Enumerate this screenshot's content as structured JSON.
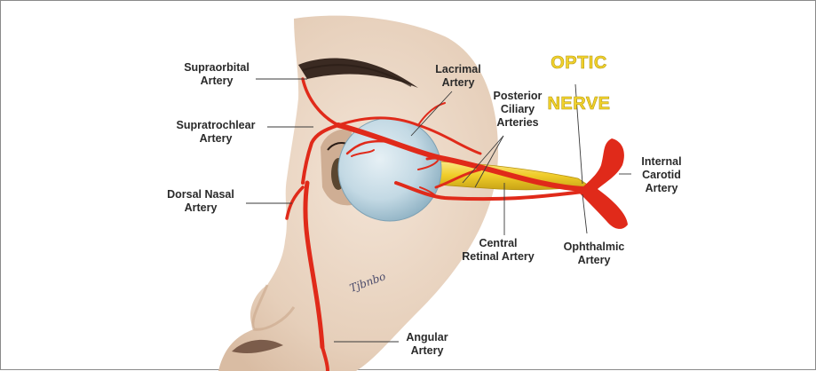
{
  "title": {
    "line1": "OPTIC",
    "line2": "NERVE"
  },
  "labels": {
    "supraorbital": "Supraorbital\nArtery",
    "supratrochlear": "Supratrochlear\nArtery",
    "dorsal_nasal": "Dorsal Nasal\nArtery",
    "lacrimal": "Lacrimal\nArtery",
    "posterior_ciliary": "Posterior\nCiliary\nArteries",
    "internal_carotid": "Internal\nCarotid\nArtery",
    "central_retinal": "Central\nRetinal Artery",
    "ophthalmic": "Ophthalmic\nArtery",
    "angular": "Angular\nArtery"
  },
  "signature": "Tjbnbo",
  "colors": {
    "artery": "#e02a1a",
    "skin": "#ead7c4",
    "skin_shadow": "#d4b59a",
    "eyeball": "#c4dbe6",
    "optic_nerve": "#f2d23a",
    "title": "#f2d22c"
  }
}
